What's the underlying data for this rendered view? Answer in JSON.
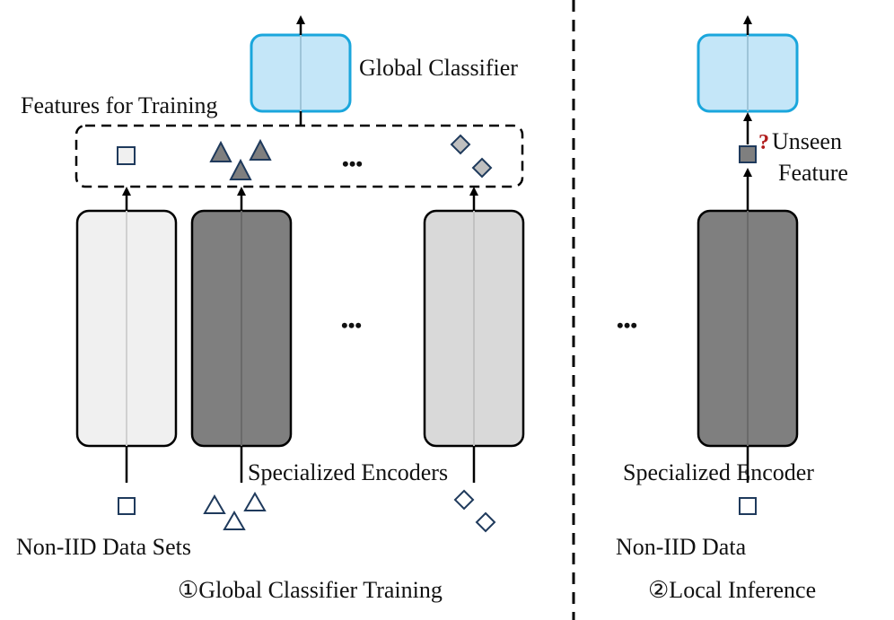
{
  "labels": {
    "global_classifier": "Global Classifier",
    "features_for_training": "Features for Training",
    "specialized_encoders": "Specialized Encoders",
    "non_iid_data_sets": "Non-IID Data Sets",
    "step1_caption": "①Global Classifier Training",
    "unseen_line1": "Unseen",
    "unseen_line2": "Feature",
    "question_mark": "?",
    "specialized_encoder": "Specialized Encoder",
    "non_iid_data": "Non-IID Data",
    "step2_caption": "②Local Inference",
    "ellipsis": "•••"
  },
  "colors": {
    "classifier_fill": "#c4e6f8",
    "classifier_stroke": "#1aa6dc",
    "encoder_light": "#f0f0f0",
    "encoder_dark": "#7f7f7f",
    "encoder_mid": "#d9d9d9",
    "marker_stroke": "#1f3a5c",
    "question_mark": "#b01c1c"
  }
}
